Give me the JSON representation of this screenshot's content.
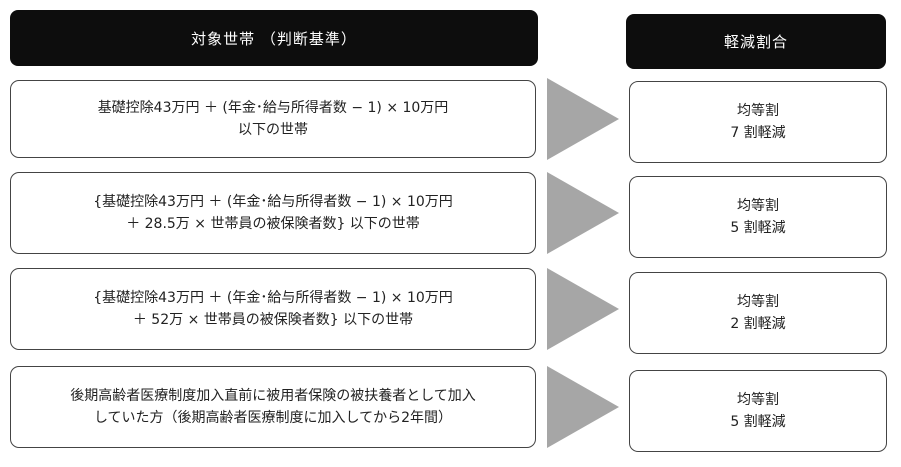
{
  "header": {
    "target": "対象世帯 （判断基準）",
    "reduction": "軽減割合"
  },
  "rows": [
    {
      "condition_lines": [
        "基礎控除43万円 ＋ (年金･給与所得者数 − 1) × 10万円",
        "以下の世帯"
      ],
      "result_lines": [
        "均等割",
        "7 割軽減"
      ]
    },
    {
      "condition_lines": [
        "{基礎控除43万円 ＋ (年金･給与所得者数 − 1) × 10万円",
        "＋ 28.5万 × 世帯員の被保険者数} 以下の世帯"
      ],
      "result_lines": [
        "均等割",
        "5 割軽減"
      ]
    },
    {
      "condition_lines": [
        "{基礎控除43万円 ＋ (年金･給与所得者数 − 1) × 10万円",
        "＋ 52万 × 世帯員の被保険者数} 以下の世帯"
      ],
      "result_lines": [
        "均等割",
        "2 割軽減"
      ]
    },
    {
      "condition_lines": [
        "後期高齢者医療制度加入直前に被用者保険の被扶養者として加入",
        "していた方（後期高齢者医療制度に加入してから2年間）"
      ],
      "result_lines": [
        "均等割",
        "5 割軽減"
      ]
    }
  ]
}
